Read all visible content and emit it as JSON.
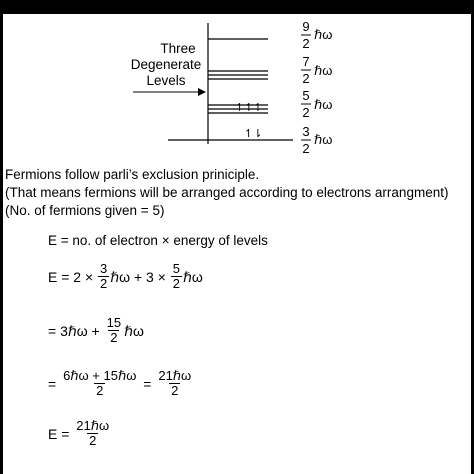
{
  "diagram": {
    "label_lines": [
      "Three",
      "Degenerate",
      "Levels"
    ],
    "level_labels": [
      {
        "num": "9",
        "den": "2",
        "unit": "ℏω"
      },
      {
        "num": "7",
        "den": "2",
        "unit": "ℏω"
      },
      {
        "num": "5",
        "den": "2",
        "unit": "ℏω"
      },
      {
        "num": "3",
        "den": "2",
        "unit": "ℏω"
      }
    ],
    "electrons_upper": "↿↿↿",
    "electrons_lower": "↿⇂"
  },
  "text": {
    "line1": "Fermions follow parli’s exclusion priniciple.",
    "line2": "(That means fermions will be arranged according to electrons arrangment)",
    "line3": "(No. of fermions given = 5)",
    "line4": "E = no. of electron × energy of levels"
  },
  "eq1": {
    "lhs": "E = 2 ×",
    "f1_num": "3",
    "f1_den": "2",
    "unit1": "ℏω",
    "mid": "+ 3 ×",
    "f2_num": "5",
    "f2_den": "2",
    "unit2": "ℏω"
  },
  "eq2": {
    "lhs": "= 3ℏω +",
    "f_num": "15",
    "f_den": "2",
    "unit": "ℏω"
  },
  "eq3": {
    "lhs": "=",
    "f1_num": "6ℏω + 15ℏω",
    "f1_den": "2",
    "eq": "=",
    "f2_num": "21ℏω",
    "f2_den": "2"
  },
  "eq4": {
    "lhs": "E =",
    "f_num": "21ℏω",
    "f_den": "2"
  }
}
